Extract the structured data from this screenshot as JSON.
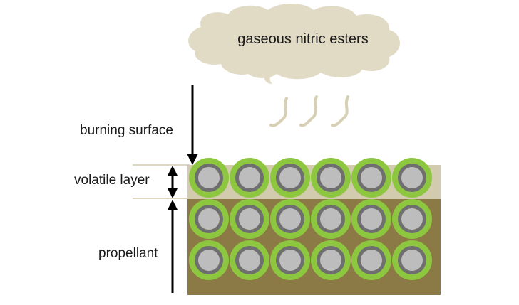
{
  "cloud": {
    "label": "gaseous nitric esters"
  },
  "labels": {
    "burning_surface": "burning surface",
    "volatile_layer": "volatile layer",
    "propellant": "propellant"
  },
  "grid": {
    "rows": 3,
    "cols": 6
  },
  "colors": {
    "cloud": "#e1dbc6",
    "volatile_band": "#d3cbad",
    "propellant_body": "#8b7a45",
    "granule_ring": "#8dc63f",
    "granule_shell": "#6f6f6f",
    "granule_core": "#bdbdbd",
    "fumes": "#d8d0b4",
    "arrows": "#000000",
    "guide_lines": "#d3cbad"
  }
}
